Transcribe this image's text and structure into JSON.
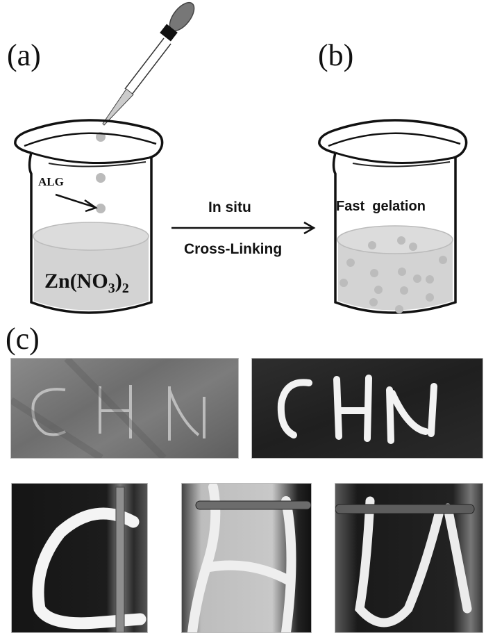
{
  "figure": {
    "panels": {
      "a": {
        "label": "(a)",
        "drop_label": "ALG",
        "solution_label_main": "Zn(NO",
        "solution_label_sub3": "3",
        "solution_label_close": ")",
        "solution_label_sub2": "2"
      },
      "arrow": {
        "top_text": "In situ",
        "bottom_text": "Cross-Linking"
      },
      "b": {
        "label": "(b)",
        "caption": "Fast  gelation"
      },
      "c": {
        "label": "(c)",
        "photos_top": [
          {
            "description": "transparent CHN letters before gelation",
            "letters": "CHN"
          },
          {
            "description": "white gel CHN letters after gelation",
            "letters": "CHN"
          }
        ],
        "photos_bottom": [
          {
            "description": "letter C hydrogel held by tweezers",
            "letter": "C"
          },
          {
            "description": "letter H hydrogel held by tweezers",
            "letter": "H"
          },
          {
            "description": "letter N hydrogel held by tweezers",
            "letter": "N"
          }
        ]
      }
    }
  }
}
